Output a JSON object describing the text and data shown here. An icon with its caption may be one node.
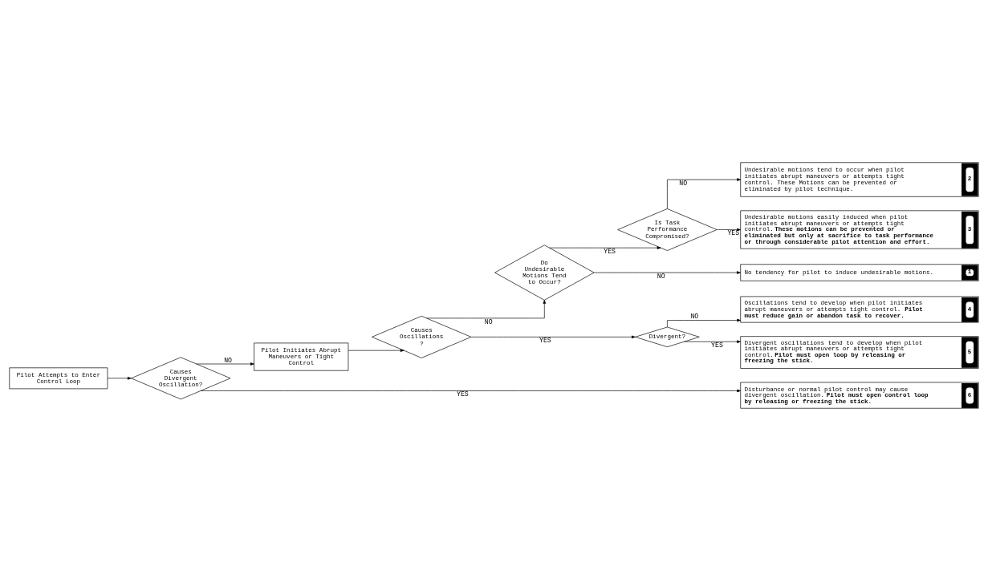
{
  "diagram": {
    "nodes": [
      {
        "text": [
          "Pilot Attempts to Enter Control Loop"
        ]
      },
      {
        "text": [
          "Causes Divergent Oscillation?"
        ]
      },
      {
        "text": [
          "Pilot Initiates Abrupt Maneuvers or Tight Control"
        ]
      },
      {
        "text": [
          "Causes Oscillations ?"
        ]
      },
      {
        "text": [
          "Do Undesirable Motions Tend to Occur?"
        ]
      },
      {
        "text": [
          "Is Task Performance Compromised?"
        ]
      },
      {
        "text": [
          "Divergent?"
        ]
      },
      {
        "text": [
          "No tendency for pilot to induce undesirable motions.",
          "1"
        ]
      },
      {
        "text": [
          "Undesirable motions tend to occur when pilot initiates abrupt maneuvers or attempts tight control. These Motions can be prevented or eliminated by pilot technique.",
          "2"
        ]
      },
      {
        "text": [
          "Undesirable motions easily induced when pilot initiates abrupt maneuvers or attempts tight control. **These motions can be prevented or eliminated but only at sacrifice to task performance or through considerable pilot attention and effort.**",
          "3"
        ]
      },
      {
        "text": [
          "Oscillations tend to develop when pilot initiates abrupt maneuvers or attempts tight control. **Pilot must reduce gain or abandon task to recover.**",
          "4"
        ]
      },
      {
        "text": [
          "Divergent oscillations tend to develop when pilot initiates abrupt maneuvers or attempts tight control. **Pilot must open loop by releasing or freezing the stick.**",
          "5"
        ]
      },
      {
        "text": [
          "Disturbance or normal pilot control may cause divergent oscillation. **Pilot must open control loop by releasing or freezing the stick.**",
          "6"
        ]
      }
    ],
    "edges": [
      {
        "from": 0,
        "to": 1,
        "arrow": "to"
      },
      {
        "from": 1,
        "to": 2,
        "arrow": "to",
        "label": "NO"
      },
      {
        "from": 1,
        "to": 12,
        "arrow": "to",
        "label": "YES"
      },
      {
        "from": 2,
        "to": 3,
        "arrow": "to"
      },
      {
        "from": 3,
        "to": 4,
        "arrow": "to",
        "label": "NO"
      },
      {
        "from": 3,
        "to": 6,
        "arrow": "to",
        "label": "YES"
      },
      {
        "from": 4,
        "to": 7,
        "arrow": "to",
        "label": "NO"
      },
      {
        "from": 4,
        "to": 5,
        "arrow": "to",
        "label": "YES"
      },
      {
        "from": 5,
        "to": 8,
        "arrow": "to",
        "label": "NO"
      },
      {
        "from": 5,
        "to": 9,
        "arrow": "to",
        "label": "YES"
      },
      {
        "from": 6,
        "to": 10,
        "arrow": "to",
        "label": "NO"
      },
      {
        "from": 6,
        "to": 11,
        "arrow": "to",
        "label": "YES"
      }
    ]
  }
}
